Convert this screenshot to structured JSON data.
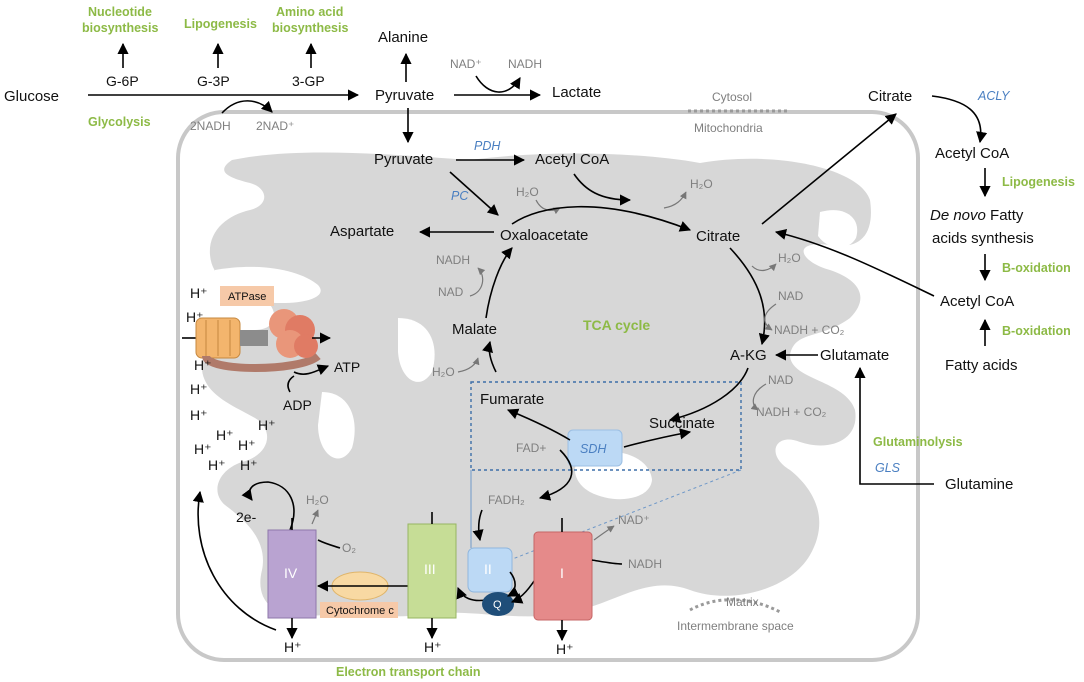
{
  "colors": {
    "mito_fill": "#d7d7d7",
    "green_label": "#8dba46",
    "enzyme_blue": "#4a7fc1",
    "complex_I": "#e58a8a",
    "complex_II": "#bcd9f5",
    "complex_III": "#c6dd96",
    "complex_IV": "#b9a3d1",
    "quinone": "#1f4e79",
    "cytochrome_c": "#f8d9a3",
    "atpase_label": "#f6c9a8"
  },
  "glycolysis": {
    "nucleotide_line1": "Nucleotide",
    "nucleotide_line2": "biosynthesis",
    "lipogenesis": "Lipogenesis",
    "amino_line1": "Amino acid",
    "amino_line2": "biosynthesis",
    "glucose": "Glucose",
    "g6p": "G-6P",
    "g3p": "G-3P",
    "gp3": "3-GP",
    "pyruvate": "Pyruvate",
    "alanine": "Alanine",
    "lactate": "Lactate",
    "nad_plus": "NAD⁺",
    "nadh": "NADH",
    "glycolysis_label": "Glycolysis",
    "two_nadh": "2NADH",
    "two_nad_plus": "2NAD⁺"
  },
  "compartments": {
    "cytosol": "Cytosol",
    "mitochondria": "Mitochondria",
    "matrix": "Matrix",
    "intermembrane": "Intermembrane space"
  },
  "tca": {
    "pyruvate": "Pyruvate",
    "pdh": "PDH",
    "pc": "PC",
    "acetyl_coa": "Acetyl CoA",
    "h2o_a": "H₂O",
    "h2o_b": "H₂O",
    "oxaloacetate": "Oxaloacetate",
    "aspartate": "Aspartate",
    "citrate": "Citrate",
    "h2o_c": "H₂O",
    "nad_a": "NAD",
    "nadh_co2_a": "NADH + CO₂",
    "akg": "A-KG",
    "glutamate": "Glutamate",
    "nad_b": "NAD",
    "nadh_co2_b": "NADH + CO₂",
    "succinate": "Succinate",
    "sdh": "SDH",
    "fad_plus": "FAD+",
    "fadh2": "FADH₂",
    "fumarate": "Fumarate",
    "h2o_d": "H₂O",
    "malate": "Malate",
    "nad_c": "NAD",
    "nadh_c": "NADH",
    "cycle_label": "TCA cycle"
  },
  "lipid": {
    "citrate": "Citrate",
    "acly": "ACLY",
    "acetyl_coa_1": "Acetyl CoA",
    "lipogenesis": "Lipogenesis",
    "denovo_italic": "De novo",
    "denovo_rest": "Fatty",
    "denovo_line2": "acids synthesis",
    "boxidation_1": "B-oxidation",
    "acetyl_coa_2": "Acetyl CoA",
    "boxidation_2": "B-oxidation",
    "fatty_acids": "Fatty acids",
    "glutaminolysis": "Glutaminolysis",
    "gls": "GLS",
    "glutamine": "Glutamine"
  },
  "etc": {
    "atpase": "ATPase",
    "atp": "ATP",
    "adp": "ADP",
    "h_plus": "H⁺",
    "two_e": "2e-",
    "h2o": "H₂O",
    "o2": "O₂",
    "cplx_IV": "IV",
    "cplx_III": "III",
    "cplx_II": "II",
    "cplx_I": "I",
    "q": "Q",
    "cytochrome_c": "Cytochrome c",
    "nad_plus": "NAD⁺",
    "nadh": "NADH",
    "chain_label": "Electron transport chain"
  }
}
